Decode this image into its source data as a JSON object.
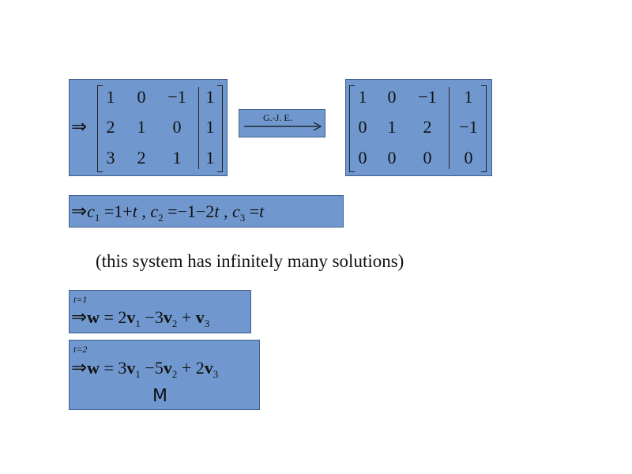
{
  "matrix_left": {
    "implies": "⇒",
    "rows": [
      [
        "1",
        "0",
        "−1",
        "1"
      ],
      [
        "2",
        "1",
        "0",
        "1"
      ],
      [
        "3",
        "2",
        "1",
        "1"
      ]
    ]
  },
  "gje": {
    "label": "G.-J. E."
  },
  "matrix_right": {
    "rows": [
      [
        "1",
        "0",
        "−1",
        "1"
      ],
      [
        "0",
        "1",
        "2",
        "−1"
      ],
      [
        "0",
        "0",
        "0",
        "0"
      ]
    ]
  },
  "solution": {
    "implies": "⇒",
    "c": "c",
    "s1": "1",
    "s2": "2",
    "s3": "3",
    "eq1_rhs": "=1+",
    "t": "t",
    "eq2_rhs": "=−1−2",
    "eq3_rhs": "=",
    "comma": ","
  },
  "statement": "(this system has infinitely many solutions)",
  "t1": {
    "label": "t=1",
    "implies": "⇒",
    "w": "w",
    "eq": " = 2",
    "v": "v",
    "s1": "1",
    "mid1": " −3",
    "s2": "2",
    "mid2": " + ",
    "s3": "3"
  },
  "t2": {
    "label": "t=2",
    "implies": "⇒",
    "w": "w",
    "eq": " = 3",
    "v": "v",
    "s1": "1",
    "mid1": " −5",
    "s2": "2",
    "mid2": " + 2",
    "s3": "3",
    "dots": "M"
  }
}
